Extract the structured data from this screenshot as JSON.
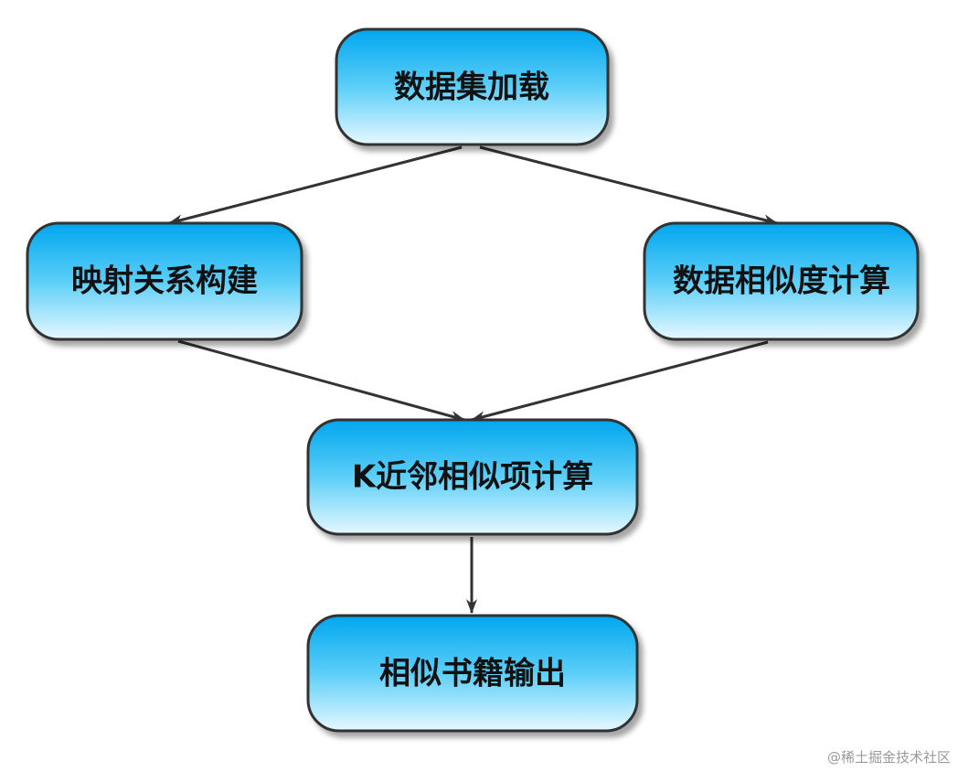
{
  "colors": {
    "node_top": "#00a6ee",
    "node_mid": "#5ccff8",
    "node_bottom": "#e6f8ff",
    "border": "#333333",
    "arrow": "#333333"
  },
  "nodes": {
    "load": "数据集加载",
    "mapping": "映射关系构建",
    "similarity": "数据相似度计算",
    "knn": "K近邻相似项计算",
    "output": "相似书籍输出"
  },
  "watermark": "@稀土掘金技术社区"
}
